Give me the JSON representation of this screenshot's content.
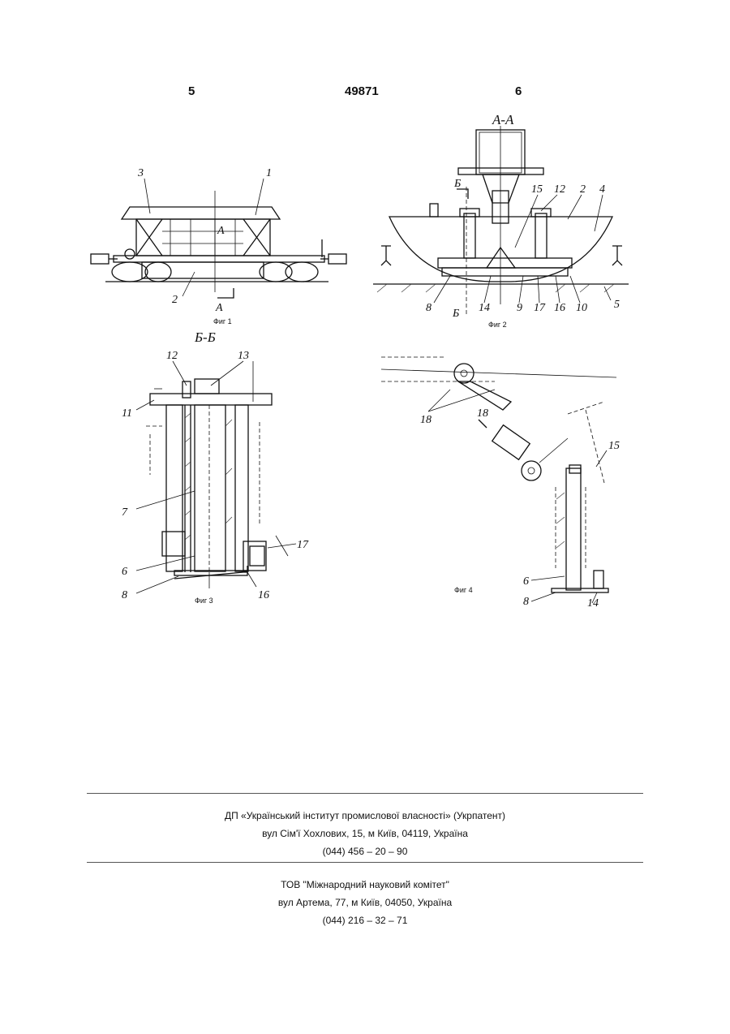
{
  "header": {
    "left_page": "5",
    "number": "49871",
    "right_page": "6"
  },
  "fig1": {
    "caption": "Фиг 1",
    "labels": {
      "n1": "1",
      "n2": "2",
      "n3": "3",
      "a1": "А",
      "a2": "А"
    }
  },
  "fig2": {
    "caption": "Фиг 2",
    "section": "А-А",
    "labels": {
      "b1": "Б",
      "b2": "Б",
      "n15": "15",
      "n12": "12",
      "n2": "2",
      "n4": "4",
      "n8": "8",
      "n14": "14",
      "n9": "9",
      "n17": "17",
      "n16": "16",
      "n10": "10",
      "n5": "5"
    }
  },
  "fig3": {
    "caption": "Фиг 3",
    "section": "Б-Б",
    "labels": {
      "n12": "12",
      "n13": "13",
      "n11": "11",
      "n7": "7",
      "n17": "17",
      "n6": "6",
      "n8": "8",
      "n16": "16"
    }
  },
  "fig4": {
    "caption": "Фиг 4",
    "labels": {
      "n18a": "18",
      "n18b": "18",
      "n15": "15",
      "n6": "6",
      "n8": "8",
      "n14": "14"
    }
  },
  "footer": {
    "org1": "ДП «Український інститут промислової власності» (Укрпатент)",
    "addr1": "вул  Сім'ї Хохлових, 15, м  Київ, 04119, Україна",
    "phone1": "(044) 456 – 20 –  90",
    "org2": "ТОВ \"Міжнародний науковий комітет\"",
    "addr2": "вул  Артема, 77, м  Київ, 04050, Україна",
    "phone2": "(044) 216 – 32 – 71"
  }
}
